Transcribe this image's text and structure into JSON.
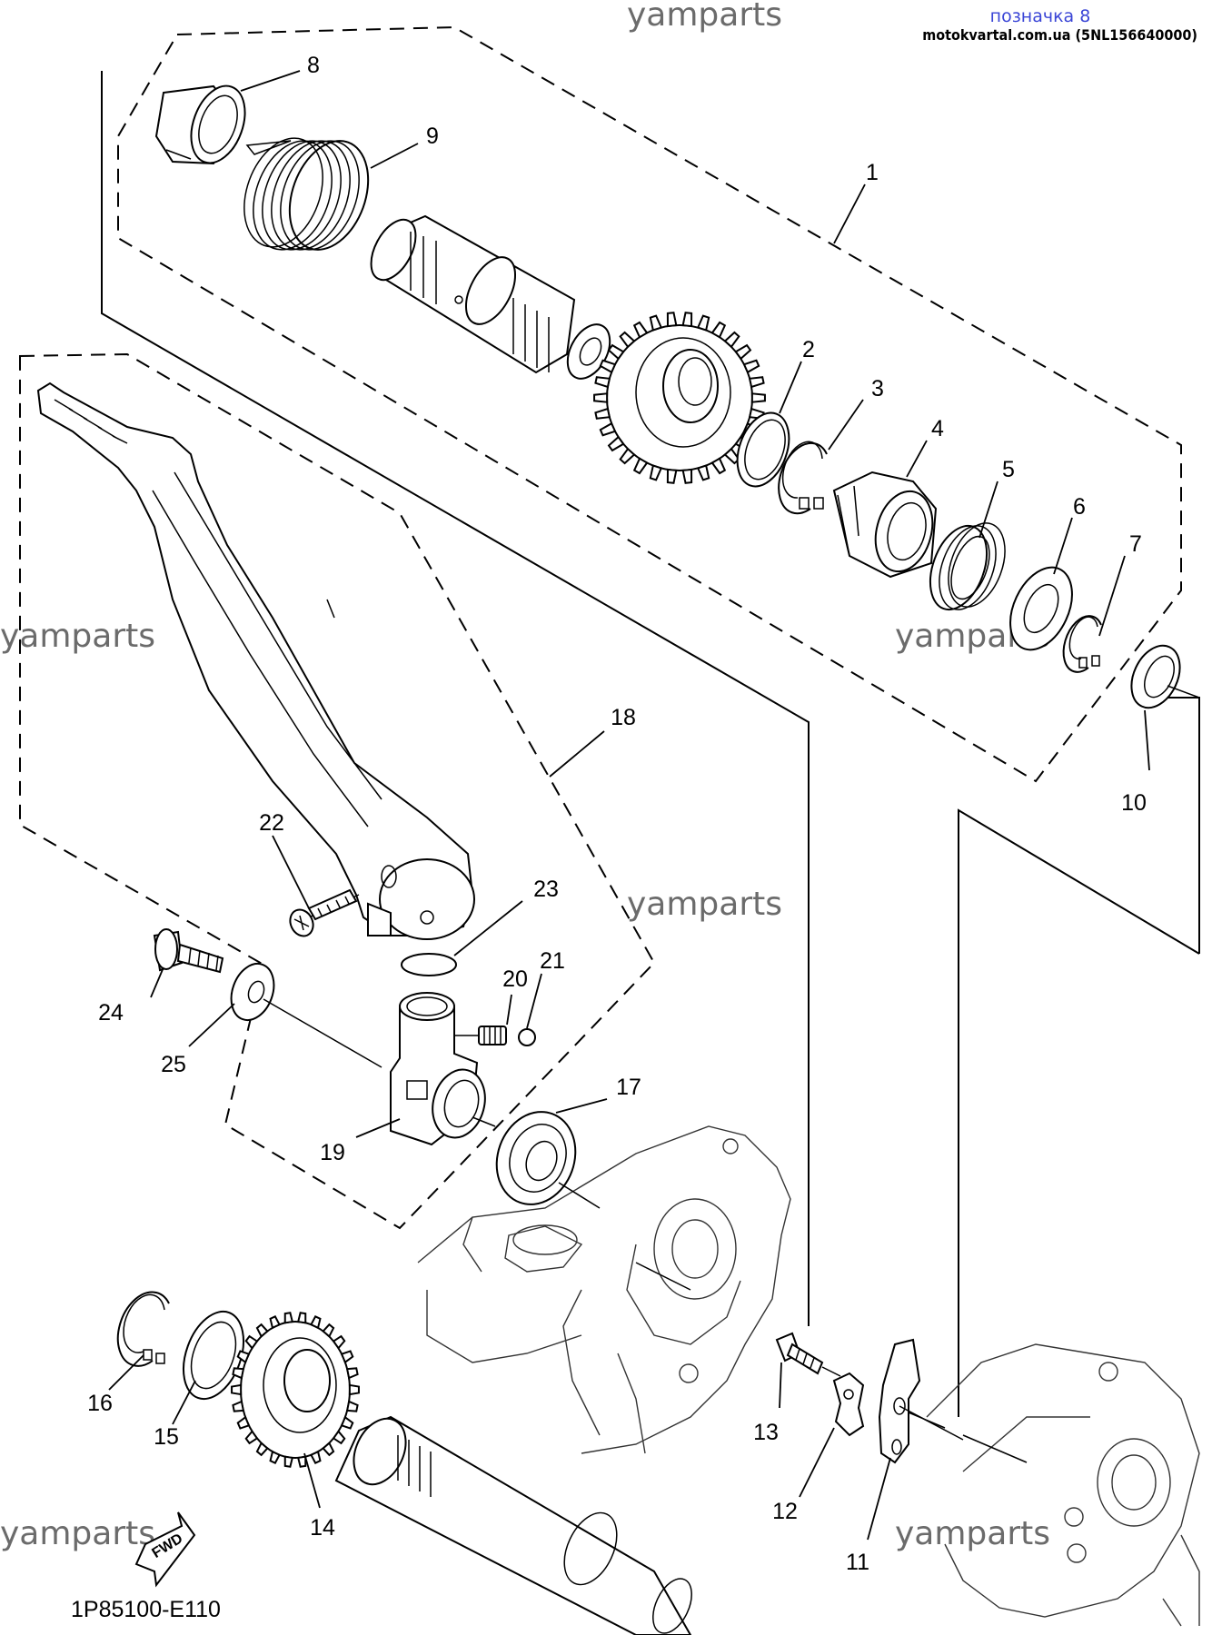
{
  "header": {
    "bookmark_label": "позначка 8",
    "site_label": "motokvartal.com.ua (5NL156640000)"
  },
  "watermark": "yamparts",
  "diagram_code": "1P85100-E110",
  "fwd_label": "FWD",
  "callouts": {
    "c1": "1",
    "c2": "2",
    "c3": "3",
    "c4": "4",
    "c5": "5",
    "c6": "6",
    "c7": "7",
    "c8": "8",
    "c9": "9",
    "c10": "10",
    "c11": "11",
    "c12": "12",
    "c13": "13",
    "c14": "14",
    "c15": "15",
    "c16": "16",
    "c17": "17",
    "c18": "18",
    "c19": "19",
    "c20": "20",
    "c21": "21",
    "c22": "22",
    "c23": "23",
    "c24": "24",
    "c25": "25"
  }
}
